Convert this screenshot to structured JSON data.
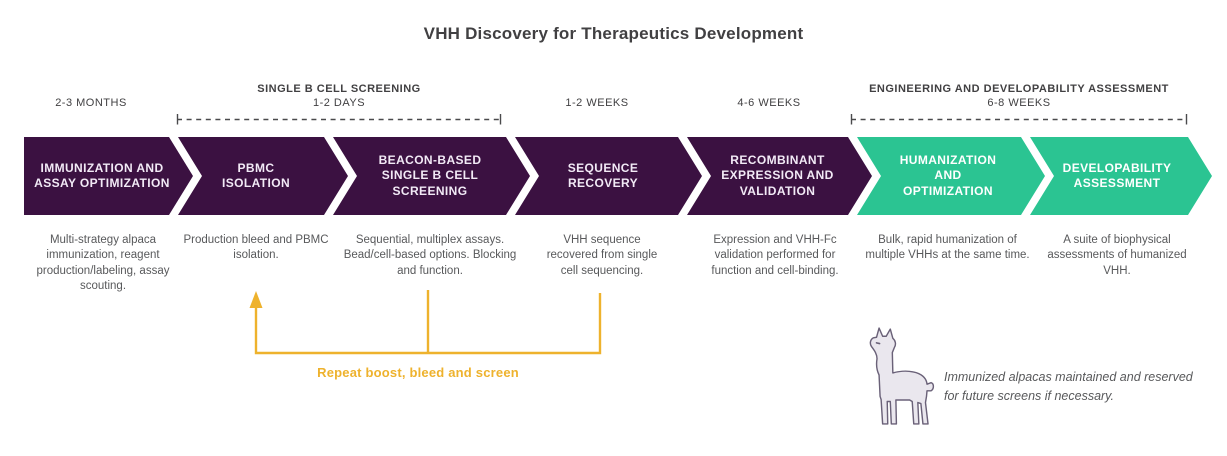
{
  "title": "VHH Discovery for Therapeutics Development",
  "timeline": {
    "months": "2-3 MONTHS",
    "screening_title": "SINGLE B CELL SCREENING",
    "screening_duration": "1-2 DAYS",
    "weeks_sequence": "1-2 WEEKS",
    "weeks_expression": "4-6 WEEKS",
    "engineering_title": "ENGINEERING AND DEVELOPABILITY ASSESSMENT",
    "engineering_duration": "6-8 WEEKS"
  },
  "steps": [
    {
      "label": "IMMUNIZATION AND ASSAY OPTIMIZATION",
      "description": "Multi-strategy alpaca immunization, reagent production/labeling, assay scouting.",
      "color": "#3b1141"
    },
    {
      "label": "PBMC ISOLATION",
      "description": "Production bleed and PBMC isolation.",
      "color": "#3b1141"
    },
    {
      "label": "BEACON-BASED SINGLE B CELL SCREENING",
      "description": "Sequential, multiplex assays. Bead/cell-based options. Blocking and function.",
      "color": "#3b1141"
    },
    {
      "label": "SEQUENCE RECOVERY",
      "description": "VHH sequence recovered from single cell sequencing.",
      "color": "#3b1141"
    },
    {
      "label": "RECOMBINANT EXPRESSION AND VALIDATION",
      "description": "Expression and VHH-Fc validation performed for function and cell-binding.",
      "color": "#3b1141"
    },
    {
      "label": "HUMANIZATION AND OPTIMIZATION",
      "description": "Bulk, rapid humanization of multiple VHHs at the same time.",
      "color": "#2bc492"
    },
    {
      "label": "DEVELOPABILITY ASSESSMENT",
      "description": "A suite of biophysical assessments of humanized VHH.",
      "color": "#2bc492"
    }
  ],
  "repeat_annotation": {
    "label": "Repeat boost, bleed and screen",
    "color": "#eeb22d"
  },
  "alpaca_note": "Immunized alpacas maintained and reserved for future screens if necessary.",
  "colors": {
    "purple": "#3b1141",
    "teal": "#2bc492",
    "gold": "#eeb22d",
    "text_dark": "#414042",
    "text_body": "#58595b",
    "llama_fill": "#eae7ee",
    "llama_stroke": "#6a6178"
  }
}
